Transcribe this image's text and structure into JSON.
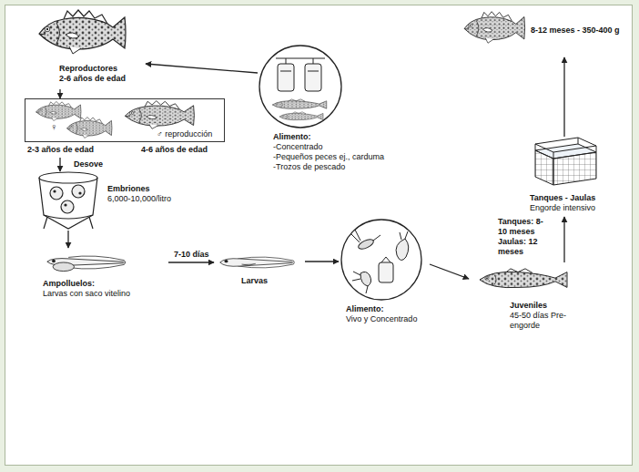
{
  "diagram": {
    "nodes": [
      {
        "text": [
          "Reproductores",
          "2-6 años de edad"
        ]
      },
      {
        "text": [
          "♀",
          "♂ reproducción",
          "2-3 años de edad",
          "4-6 años de edad"
        ]
      },
      {
        "text": [
          "Embriones",
          "6,000-10,000/litro"
        ]
      },
      {
        "text": [
          "Ampolluelos:",
          "Larvas con saco vitelino"
        ]
      },
      {
        "text": [
          "Larvas"
        ]
      },
      {
        "text": [
          "Alimento:",
          "Vivo y Concentrado"
        ]
      },
      {
        "text": [
          "Juveniles",
          "45-50 días Pre-engorde"
        ]
      },
      {
        "text": [
          "Tanques - Jaulas",
          "Engorde intensivo"
        ]
      },
      {
        "text": [
          "8-12 meses - 350-400 g"
        ]
      },
      {
        "text": [
          "Alimento:",
          "-Concentrado",
          "-Pequeños peces ej., carduma",
          "-Trozos de pescado"
        ]
      }
    ],
    "edges": [
      {
        "from": 0,
        "to": 1,
        "arrow": "to"
      },
      {
        "from": 1,
        "to": 2,
        "arrow": "to",
        "label": "Desove"
      },
      {
        "from": 2,
        "to": 3,
        "arrow": "to"
      },
      {
        "from": 3,
        "to": 4,
        "arrow": "to",
        "label": "7-10 días"
      },
      {
        "from": 4,
        "to": 5,
        "arrow": "to"
      },
      {
        "from": 5,
        "to": 6,
        "arrow": "to"
      },
      {
        "from": 6,
        "to": 7,
        "arrow": "to",
        "label": "Tanques: 8-10 meses Jaulas: 12 meses"
      },
      {
        "from": 7,
        "to": 8,
        "arrow": "to"
      },
      {
        "from": 9,
        "to": 0,
        "arrow": "to"
      }
    ]
  }
}
